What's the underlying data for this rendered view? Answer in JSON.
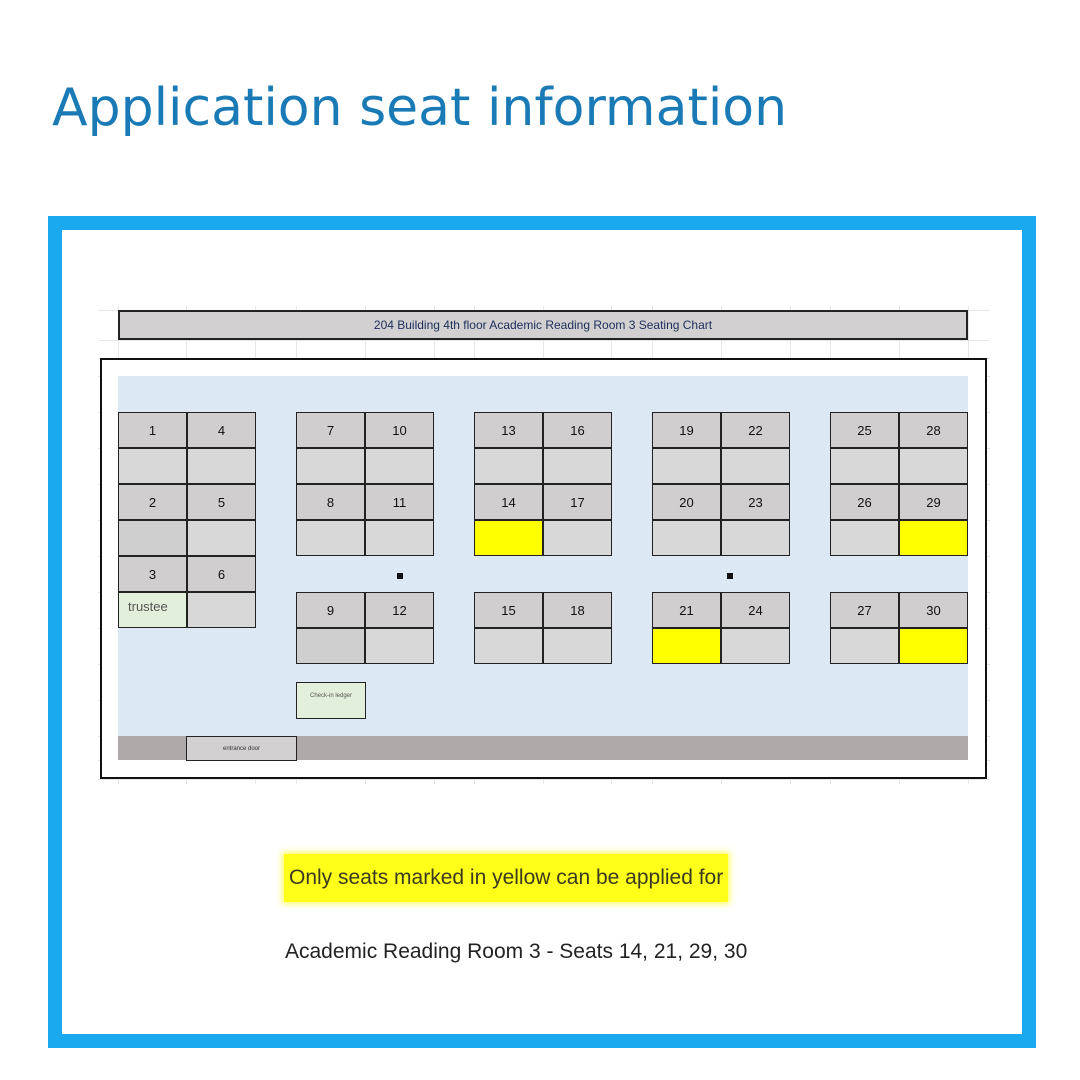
{
  "header": {
    "title": "Application seat information"
  },
  "seating_chart": {
    "title": "204 Building 4th floor Academic Reading Room 3 Seating Chart",
    "entrance_label": "entrance door",
    "trustee_label": "trustee",
    "ledger_label": "Check-in ledger",
    "available_color": "#ffff00",
    "seats": [
      {
        "number": "1",
        "available": false
      },
      {
        "number": "2",
        "available": false
      },
      {
        "number": "3",
        "available": false
      },
      {
        "number": "4",
        "available": false
      },
      {
        "number": "5",
        "available": false
      },
      {
        "number": "6",
        "available": false
      },
      {
        "number": "7",
        "available": false
      },
      {
        "number": "8",
        "available": false
      },
      {
        "number": "9",
        "available": false
      },
      {
        "number": "10",
        "available": false
      },
      {
        "number": "11",
        "available": false
      },
      {
        "number": "12",
        "available": false
      },
      {
        "number": "13",
        "available": false
      },
      {
        "number": "14",
        "available": true
      },
      {
        "number": "15",
        "available": false
      },
      {
        "number": "16",
        "available": false
      },
      {
        "number": "17",
        "available": false
      },
      {
        "number": "18",
        "available": false
      },
      {
        "number": "19",
        "available": false
      },
      {
        "number": "20",
        "available": false
      },
      {
        "number": "21",
        "available": true
      },
      {
        "number": "22",
        "available": false
      },
      {
        "number": "23",
        "available": false
      },
      {
        "number": "24",
        "available": false
      },
      {
        "number": "25",
        "available": false
      },
      {
        "number": "26",
        "available": false
      },
      {
        "number": "27",
        "available": false
      },
      {
        "number": "28",
        "available": false
      },
      {
        "number": "29",
        "available": true
      },
      {
        "number": "30",
        "available": false
      }
    ]
  },
  "notes": {
    "highlight": "Only seats marked in yellow can be applied for",
    "seats_summary": "Academic Reading Room 3 - Seats 14, 21, 29, 30"
  },
  "colors": {
    "title": "#1a7ab5",
    "frame_border": "#1aa8ef",
    "highlight": "#ffff00"
  }
}
